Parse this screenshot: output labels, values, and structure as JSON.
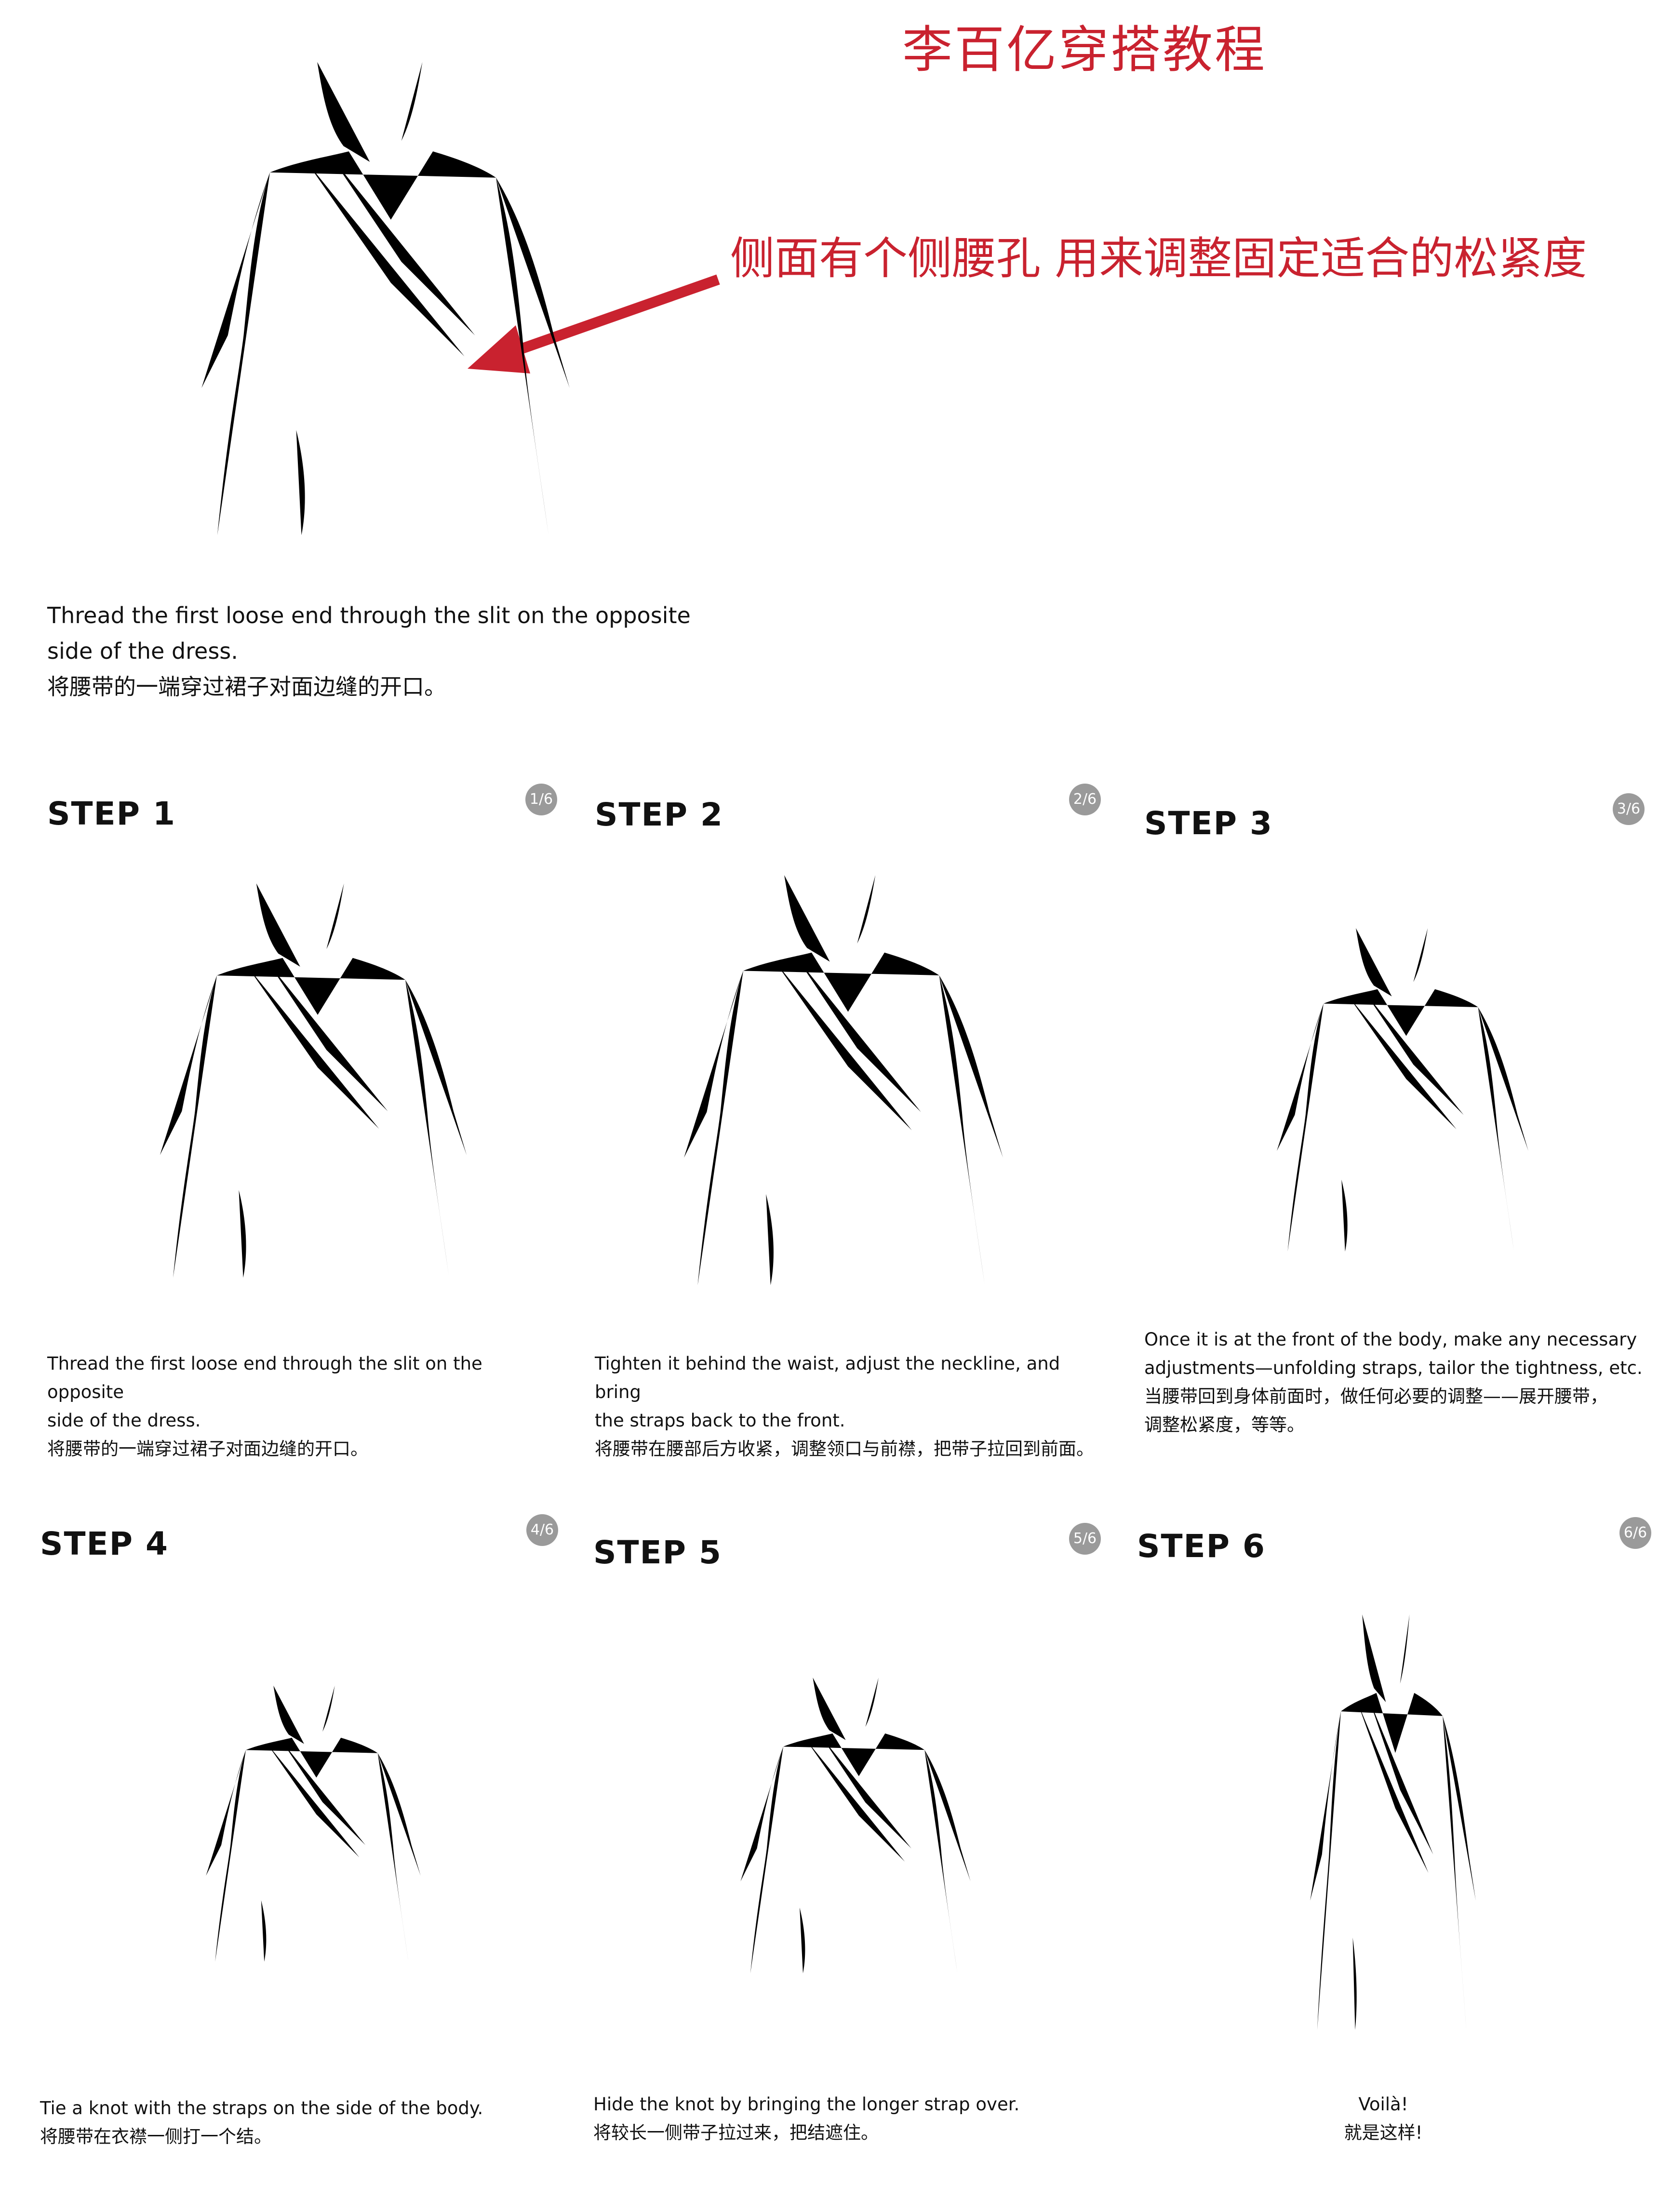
{
  "title": "李百亿穿搭教程",
  "annotation": {
    "text": "侧面有个侧腰孔 用来调整固定适合的松紧度",
    "color": "#c9222f",
    "icon": "arrow-icon"
  },
  "intro": {
    "en_line1": "Thread the first loose end through the slit on the opposite",
    "en_line2": "side of the dress.",
    "zh": "将腰带的一端穿过裙子对面边缝的开口。"
  },
  "steps": [
    {
      "label": "STEP 1",
      "badge": "1/6",
      "en_line1": "Thread the first loose end through the slit on the opposite",
      "en_line2": "side of the dress.",
      "zh_line1": "将腰带的一端穿过裙子对面边缝的开口。",
      "zh_line2": ""
    },
    {
      "label": "STEP 2",
      "badge": "2/6",
      "en_line1": "Tighten it behind the waist, adjust the neckline, and bring",
      "en_line2": "the straps back to the front.",
      "zh_line1": "将腰带在腰部后方收紧，调整领口与前襟，把带子拉回到前面。",
      "zh_line2": ""
    },
    {
      "label": "STEP 3",
      "badge": "3/6",
      "en_line1": "Once it is at the front of the body, make any necessary",
      "en_line2": "adjustments—unfolding straps, tailor the tightness, etc.",
      "zh_line1": "当腰带回到身体前面时，做任何必要的调整——展开腰带，",
      "zh_line2": "调整松紧度，等等。"
    },
    {
      "label": "STEP 4",
      "badge": "4/6",
      "en_line1": "Tie a knot with the straps on the side of the body.",
      "en_line2": "",
      "zh_line1": "将腰带在衣襟一侧打一个结。",
      "zh_line2": ""
    },
    {
      "label": "STEP 5",
      "badge": "5/6",
      "en_line1": "Hide the knot by bringing the longer strap over.",
      "en_line2": "",
      "zh_line1": "将较长一侧带子拉过来，把结遮住。",
      "zh_line2": ""
    },
    {
      "label": "STEP 6",
      "badge": "6/6",
      "en_line1": "Voilà!",
      "en_line2": "",
      "zh_line1": "就是这样!",
      "zh_line2": ""
    }
  ]
}
